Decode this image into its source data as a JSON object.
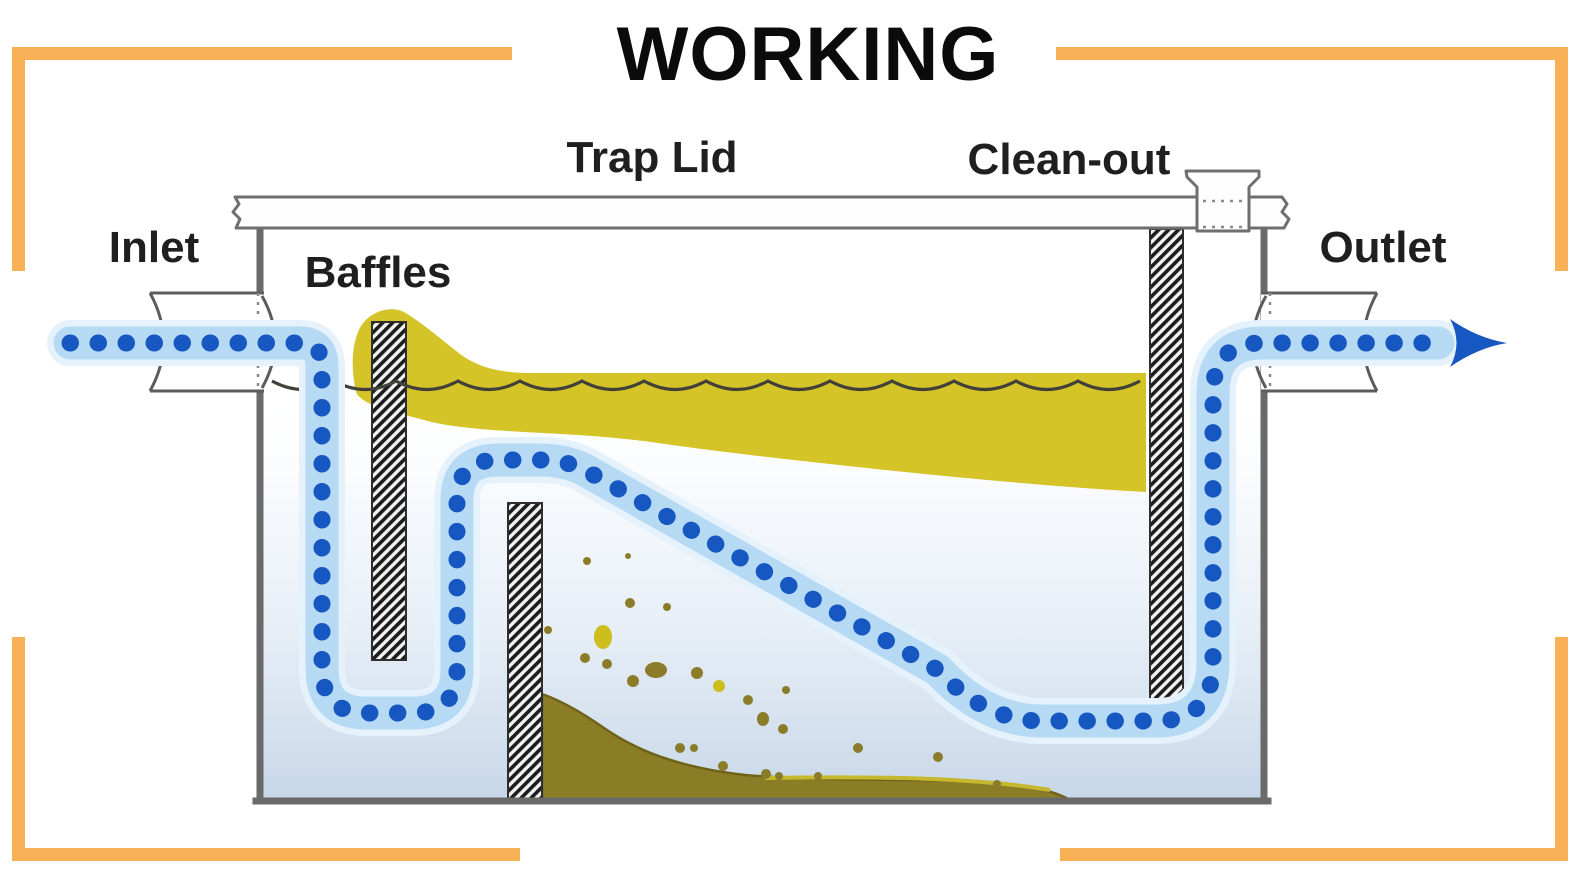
{
  "title": "WORKING",
  "labels": {
    "trap_lid": "Trap Lid",
    "clean_out": "Clean-out",
    "inlet": "Inlet",
    "baffles": "Baffles",
    "outlet": "Outlet"
  },
  "flow": {
    "direction": "left-to-right",
    "arrow_icon": "flow-arrow-right"
  },
  "colors": {
    "accent_orange": "#F9B158",
    "dot_blue": "#1657C2",
    "band_blue": "#B7DAF4",
    "band_halo": "#E6F2FB",
    "grease_yellow": "#D5C427",
    "sediment_olive": "#8B7D26",
    "water_blue": "#C6D6E8",
    "outline_gray": "#6A6A6A",
    "label_color": "#1F1F1F"
  }
}
